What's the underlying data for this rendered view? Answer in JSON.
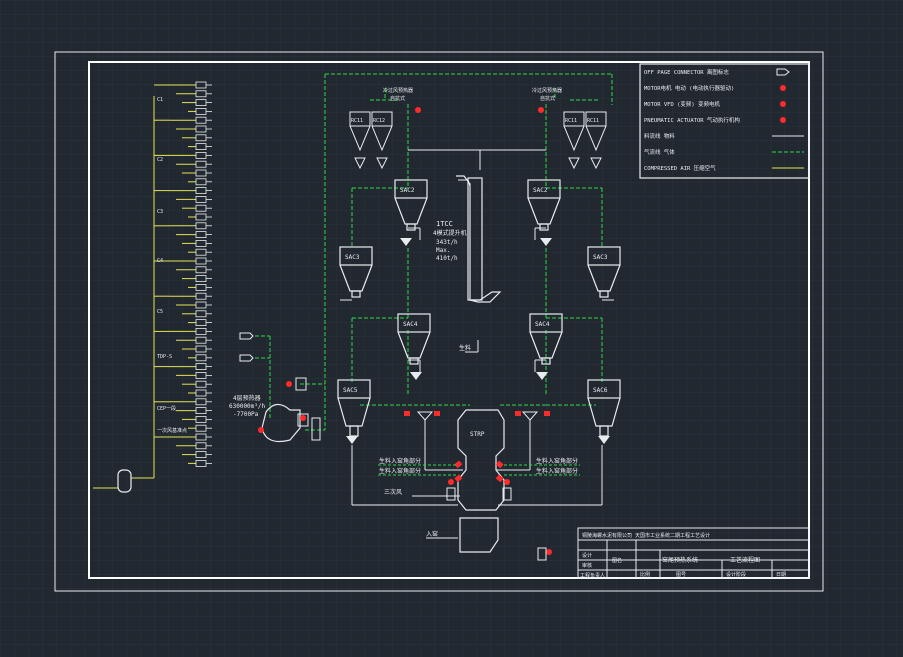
{
  "colors": {
    "background": "#212830",
    "grid": "#2b323b",
    "line_white": "#e8ecef",
    "line_green": "#2fd84a",
    "line_yellow": "#e6e25a",
    "alarm_red": "#ff2a2a"
  },
  "equipment": {
    "rotary_valves_a": [
      "RC11",
      "RC12"
    ],
    "rotary_valves_b": [
      "RC11",
      "RC11"
    ],
    "cyclones": [
      "SAC2",
      "SAC3",
      "SAC4",
      "SAC5",
      "SAC2",
      "SAC3",
      "SAC4",
      "SAC6"
    ],
    "calciner": "1TCC",
    "calciner_notes": [
      "4模式提升机",
      "343t/h",
      "Max.",
      "410t/h"
    ],
    "kiln_inlet": "STRP",
    "fan_note": [
      "4层预热器",
      "630000m³/h",
      "-7700Pa"
    ]
  },
  "labels": {
    "top_left_note": [
      "冷过风预热器",
      "自抗式"
    ],
    "top_right_note": [
      "冷过风预热器",
      "自抗式"
    ],
    "feed_left": [
      "生料入窑角部分",
      "生料入窑角部分"
    ],
    "feed_right": [
      "生料入窑角部分",
      "生料入窑角部分"
    ],
    "tertiary_air": "三次风",
    "kiln_in": "入窑",
    "raw_meal": "生料",
    "left_groups": [
      "C1",
      "C2",
      "C3",
      "C4",
      "C5",
      "TDP-S",
      "CEP一段",
      "一次风基准点"
    ]
  },
  "legend": [
    {
      "text": "OFF PAGE CONNECTOR   离图标志",
      "symbol": "arrow"
    },
    {
      "text": "MOTOR电机 电动 (电动执行器驱动)",
      "symbol": "red-dot"
    },
    {
      "text": "MOTOR VFD (变频) 变频电机",
      "symbol": "red-dot"
    },
    {
      "text": "PNEUMATIC ACTUATOR 气动执行机构",
      "symbol": "red-dot"
    },
    {
      "text": "料流线   物料",
      "symbol": "white-line"
    },
    {
      "text": "气流线   气体",
      "symbol": "green-dash"
    },
    {
      "text": "COMPRESSED AIR   压缩空气",
      "symbol": "yellow-line"
    }
  ],
  "title_block": {
    "project": "铜陵海螺水泥有限公司 天国市工业系统二期工程工艺设计",
    "left_labels": [
      "设计",
      "审核",
      "工程负责人"
    ],
    "system": "窑尾预热系统",
    "drawing": "工艺流程图",
    "mid_label": "图名",
    "bottom_row": [
      "比例",
      "图号",
      "设计阶段",
      "日期"
    ]
  }
}
